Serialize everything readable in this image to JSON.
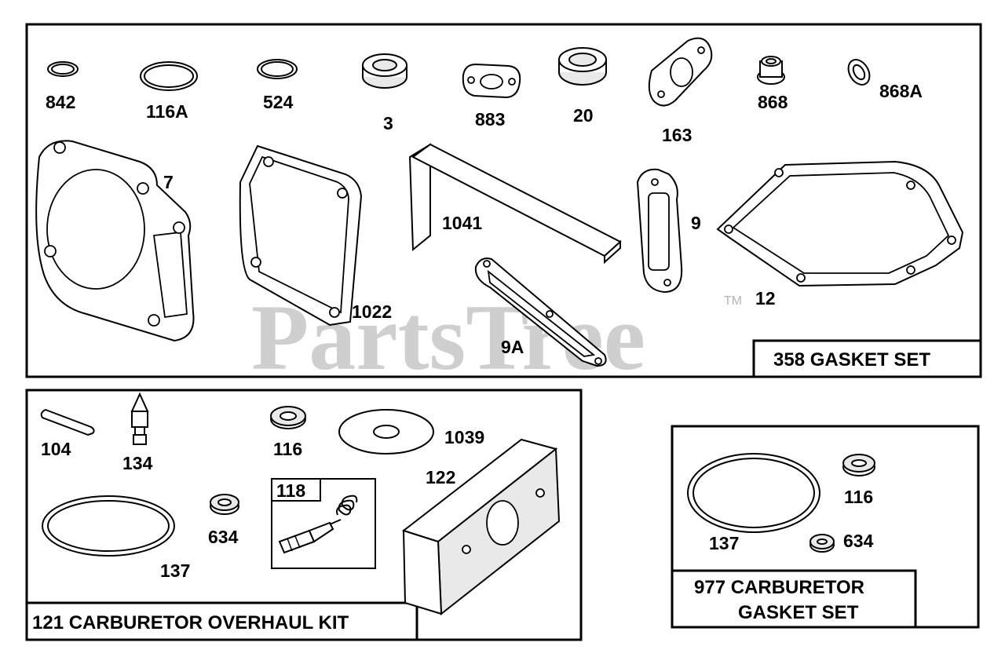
{
  "watermark": {
    "brand": "PartsTree",
    "tm": "TM"
  },
  "sets": {
    "gasket_set": {
      "title": "358 GASKET SET"
    },
    "overhaul_kit": {
      "title": "121 CARBURETOR OVERHAUL KIT",
      "subkit": "118"
    },
    "carb_gasket_set": {
      "title_line1": "977 CARBURETOR",
      "title_line2": "GASKET SET"
    }
  },
  "labels": {
    "p842": "842",
    "p116A": "116A",
    "p524": "524",
    "p3": "3",
    "p883": "883",
    "p20": "20",
    "p163": "163",
    "p868": "868",
    "p868A": "868A",
    "p7": "7",
    "p1041": "1041",
    "p9": "9",
    "p1022": "1022",
    "p12": "12",
    "p9A": "9A",
    "p104": "104",
    "p134": "134",
    "p116": "116",
    "p1039": "1039",
    "p122": "122",
    "p634": "634",
    "p137": "137",
    "c116": "116",
    "c137": "137",
    "c634": "634"
  },
  "colors": {
    "ink": "#000000",
    "watermark": "#cfcfcf",
    "background": "#ffffff"
  }
}
